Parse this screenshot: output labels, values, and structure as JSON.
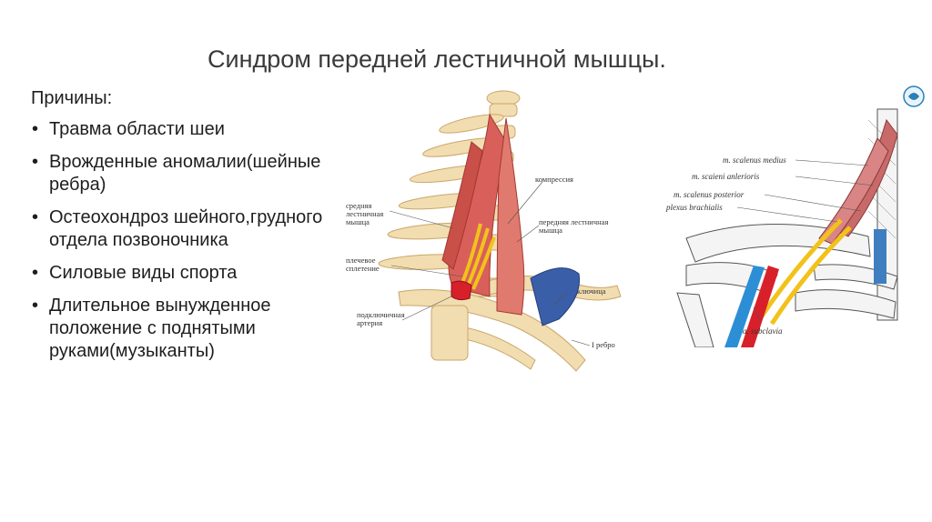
{
  "slide": {
    "title": "Синдром передней лестничной мышцы.",
    "causes_heading": "Причины:",
    "causes": [
      "Травма области шеи",
      "Врожденные аномалии(шейные ребра)",
      "Остеохондроз шейного,грудного отдела позвоночника",
      "Силовые виды спорта",
      "Длительное вынужденное положение с поднятыми руками(музыканты)"
    ]
  },
  "figure1": {
    "labels": {
      "compression": "компрессия",
      "middle_scalene": "средняя лестничная мышца",
      "anterior_scalene": "передняя лестничная мышца",
      "brachial_plexus": "плечевое сплетение",
      "clavicle": "ключица",
      "subclavian_artery": "подключичная артерия",
      "first_rib": "I ребро"
    }
  },
  "figure2": {
    "labels": {
      "scalenus_medius": "m. scalenus medius",
      "scalenus_anterior": "m. scaieni anlerioris",
      "scalenus_posterior": "m. scalenus posterior",
      "plexus_brachialis": "plexus brachialis",
      "subclavia": "a. subclavia"
    }
  },
  "colors": {
    "muscle": "#d9605a",
    "bone": "#f2ddb0",
    "nerve": "#f2c21b",
    "artery": "#d8202a",
    "vein": "#3a5fa8"
  }
}
